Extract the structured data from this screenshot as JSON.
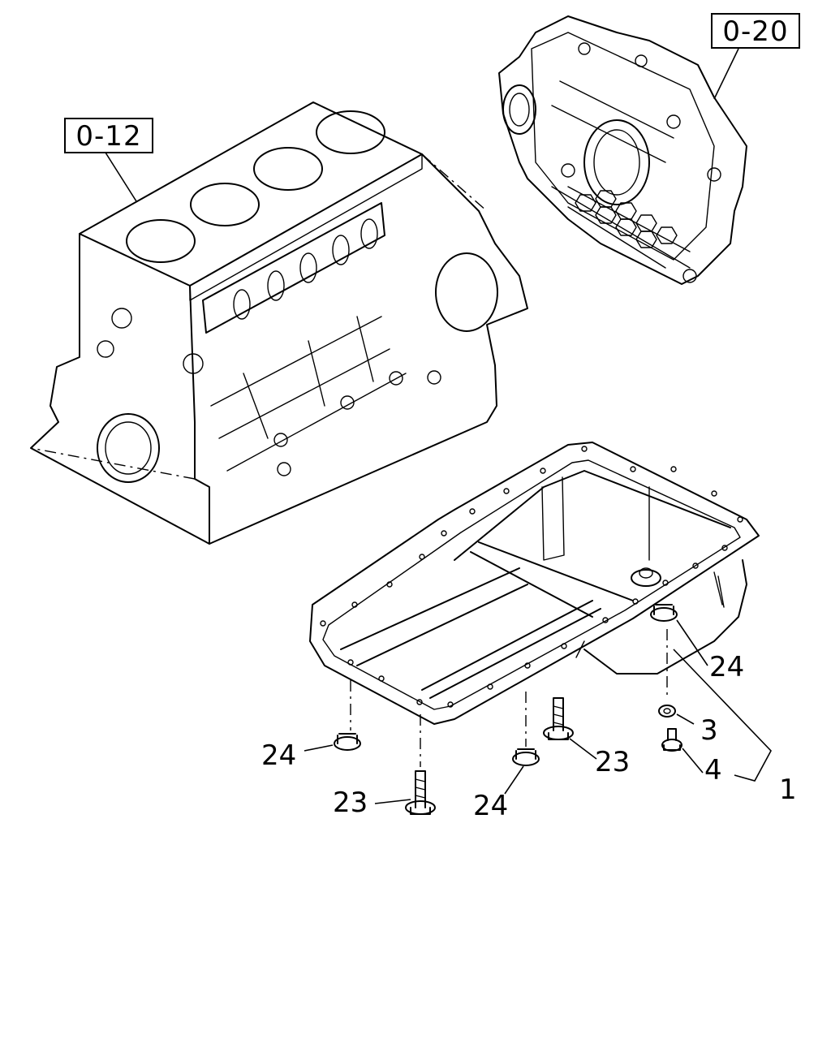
{
  "references": [
    {
      "id": "ref-block",
      "label": "0-12"
    },
    {
      "id": "ref-flywheel-housing",
      "label": "0-20"
    }
  ],
  "callouts": [
    {
      "id": "c24a",
      "label": "24"
    },
    {
      "id": "c3",
      "label": "3"
    },
    {
      "id": "c23a",
      "label": "23"
    },
    {
      "id": "c4",
      "label": "4"
    },
    {
      "id": "c1",
      "label": "1"
    },
    {
      "id": "c24b",
      "label": "24"
    },
    {
      "id": "c24c",
      "label": "24"
    },
    {
      "id": "c23b",
      "label": "23"
    }
  ]
}
